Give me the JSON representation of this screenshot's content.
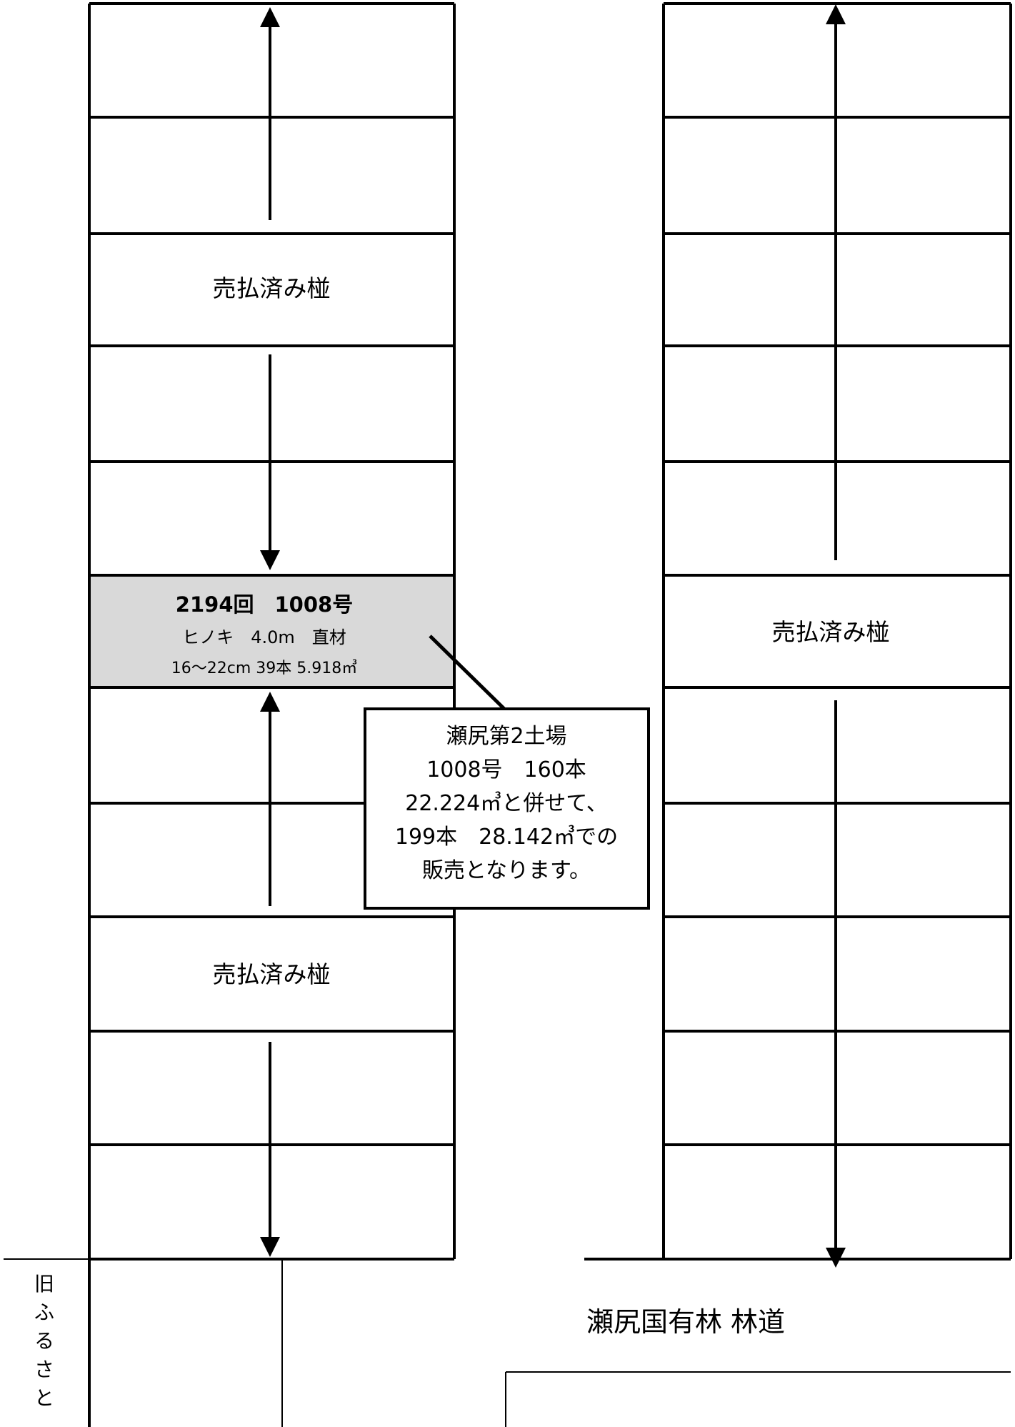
{
  "left_column": {
    "sold_label_upper": "売払済み椪",
    "sold_label_lower": "売払済み椪",
    "highlight": {
      "line1": "2194回　1008号",
      "line2": "ヒノキ　4.0m　直材",
      "line3": "16～22cm 39本 5.918㎥",
      "fill": "#d9d9d9"
    }
  },
  "right_column": {
    "sold_label": "売払済み椪"
  },
  "callout": {
    "lines": [
      "瀬尻第2土場",
      "1008号　160本",
      "22.224㎥と併せて、",
      "199本　28.142㎥での",
      "販売となります。"
    ]
  },
  "road_label": "瀬尻国有林 林道",
  "side_road_label": [
    "旧",
    "ふ",
    "る",
    "さ",
    "と"
  ]
}
